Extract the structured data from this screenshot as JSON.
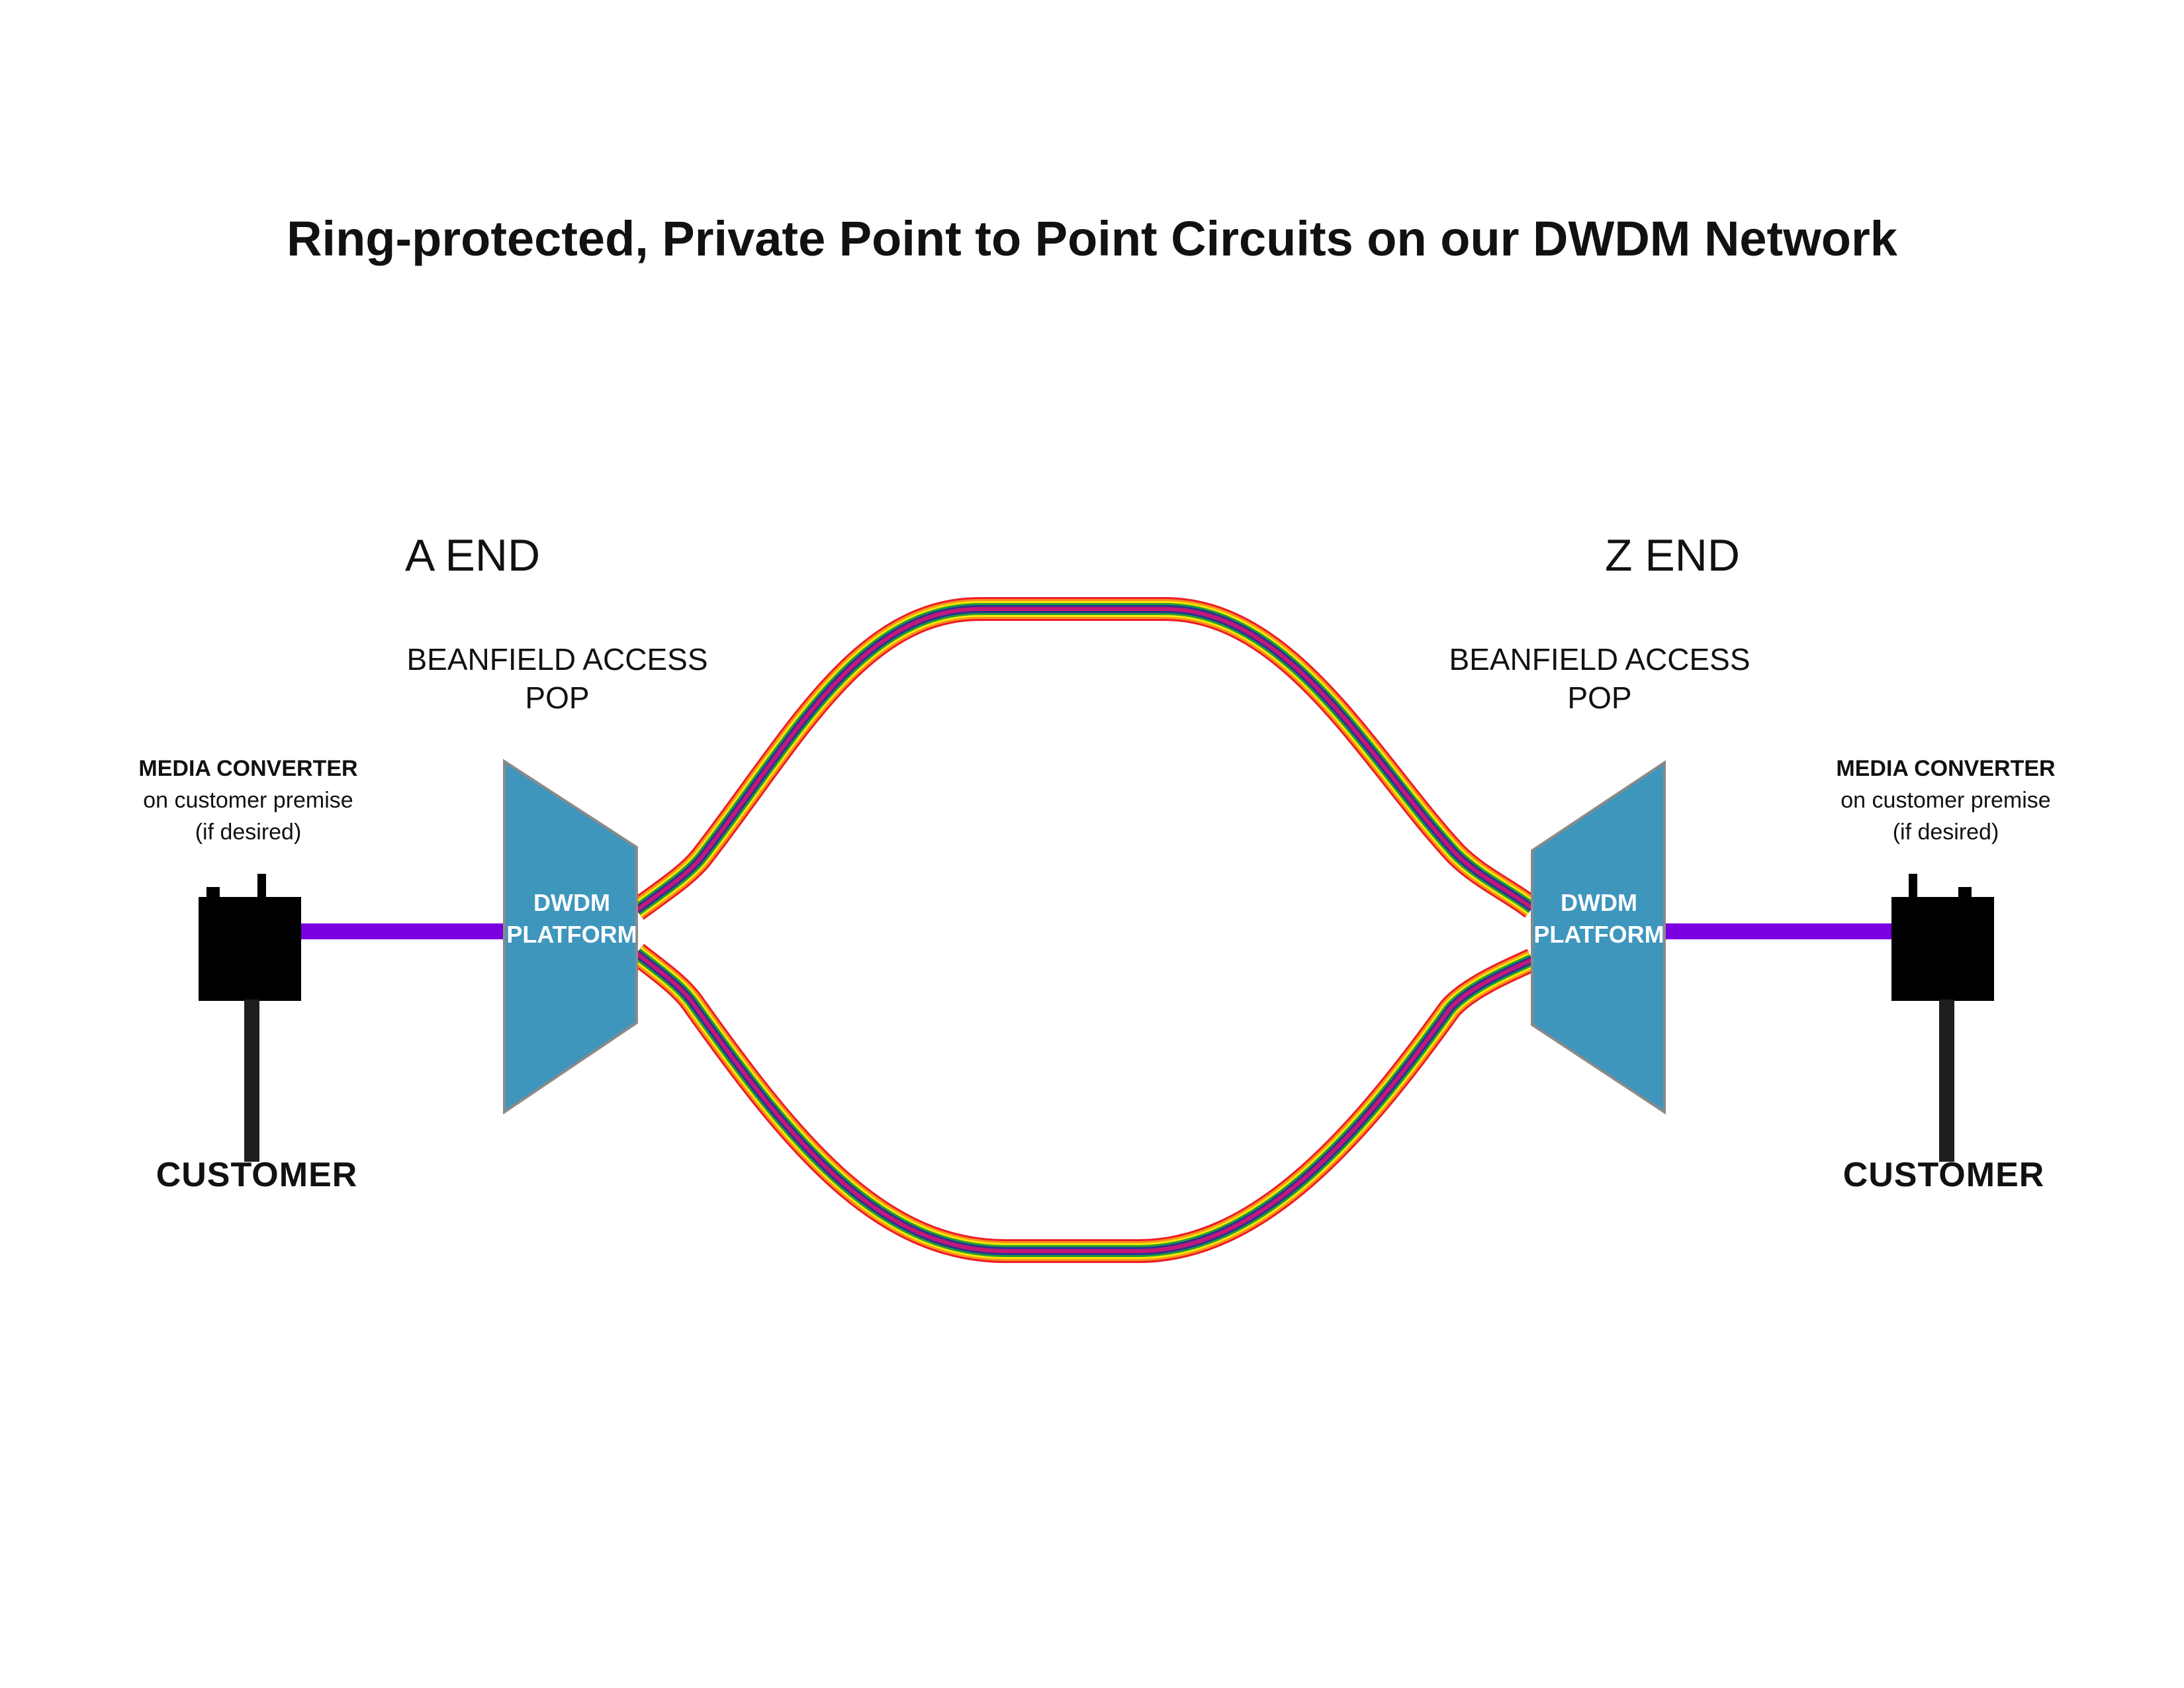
{
  "title": "Ring-protected, Private Point to Point Circuits on our DWDM Network",
  "a_end": {
    "end_label": "A END",
    "pop_label": "BEANFIELD ACCESS POP",
    "platform_line1": "DWDM",
    "platform_line2": "PLATFORM",
    "media_converter": {
      "heading": "MEDIA CONVERTER",
      "line1": "on customer premise",
      "line2": "(if desired)"
    },
    "customer_label": "CUSTOMER"
  },
  "z_end": {
    "end_label": "Z END",
    "pop_label": "BEANFIELD ACCESS POP",
    "platform_line1": "DWDM",
    "platform_line2": "PLATFORM",
    "media_converter": {
      "heading": "MEDIA CONVERTER",
      "line1": "on customer premise",
      "line2": "(if desired)"
    },
    "customer_label": "CUSTOMER"
  },
  "colors": {
    "platform_fill": "#3E96BD",
    "platform_stroke": "#8A8A8A",
    "customer_link": "#7A00E0",
    "converter": "#000000",
    "customer_drop": "#1E1E1E",
    "wavelengths": [
      "#EE1C25",
      "#F7941D",
      "#FFE600",
      "#1E9E3A",
      "#2E3192",
      "#C2187A"
    ]
  }
}
